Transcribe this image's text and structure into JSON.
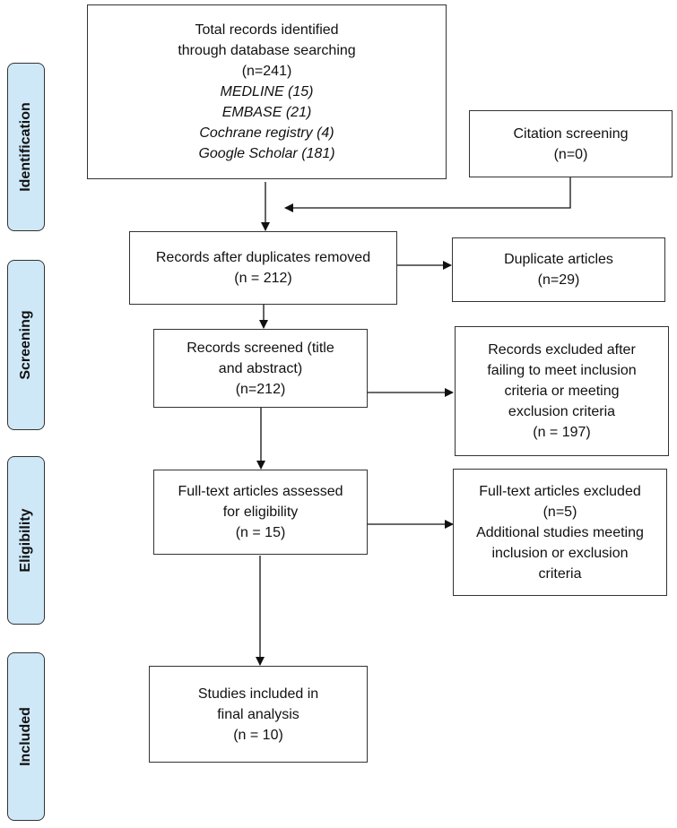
{
  "phases": [
    "Identification",
    "Screening",
    "Eligibility",
    "Included"
  ],
  "boxes": {
    "identified": {
      "lines": [
        "Total records identified",
        "through database searching",
        "(n=241)"
      ],
      "sources": [
        "MEDLINE (15)",
        "EMBASE (21)",
        "Cochrane registry (4)",
        "Google Scholar (181)"
      ]
    },
    "citation": {
      "lines": [
        "Citation screening",
        "(n=0)"
      ]
    },
    "deduplicated": {
      "lines": [
        "Records after duplicates removed",
        "(n = 212)"
      ]
    },
    "duplicates": {
      "lines": [
        "Duplicate articles",
        "(n=29)"
      ]
    },
    "screened": {
      "lines": [
        "Records screened (title",
        "and abstract)",
        "(n=212)"
      ]
    },
    "screen_excluded": {
      "lines": [
        "Records excluded after",
        "failing to meet inclusion",
        "criteria or meeting",
        "exclusion criteria",
        "(n = 197)"
      ]
    },
    "fulltext": {
      "lines": [
        "Full-text articles assessed",
        "for eligibility",
        "(n = 15)"
      ]
    },
    "fulltext_excluded": {
      "lines": [
        "Full-text articles excluded",
        "(n=5)",
        "Additional studies meeting",
        "inclusion or exclusion",
        "criteria"
      ]
    },
    "included": {
      "lines": [
        "Studies included in",
        "final analysis",
        "(n = 10)"
      ]
    }
  },
  "colors": {
    "phase_fill": "#cfe8f8",
    "line": "#333333"
  }
}
